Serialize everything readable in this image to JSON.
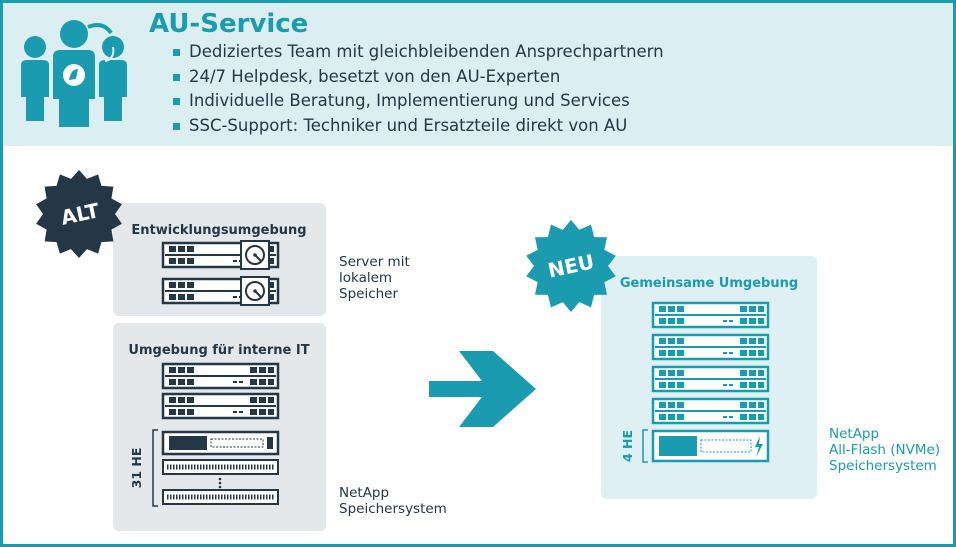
{
  "header": {
    "title": "AU-Service",
    "bullets": [
      "Dediziertes Team mit gleichbleibenden Ansprechpartnern",
      "24/7 Helpdesk, besetzt von den AU-Experten",
      "Individuelle Beratung, Implementierung und Services",
      "SSC-Support: Techniker und Ersatzteile direkt von AU"
    ]
  },
  "old": {
    "badge": "ALT",
    "dev_title": "Entwicklungsumgebung",
    "it_title": "Umgebung für interne IT",
    "he_label": "31 HE",
    "server_caption": [
      "Server mit",
      "lokalem",
      "Speicher"
    ],
    "netapp_caption": [
      "NetApp",
      "Speichersystem"
    ]
  },
  "new": {
    "badge": "NEU",
    "title": "Gemeinsame Umgebung",
    "he_label": "4 HE",
    "netapp_caption": [
      "NetApp",
      "All-Flash (NVMe)",
      "Speichersystem"
    ]
  },
  "colors": {
    "teal": "#1a9bb0",
    "dark": "#243746",
    "gray_panel": "#e4e8ea",
    "teal_panel": "#dff0f4",
    "banner": "#dbeef2"
  }
}
